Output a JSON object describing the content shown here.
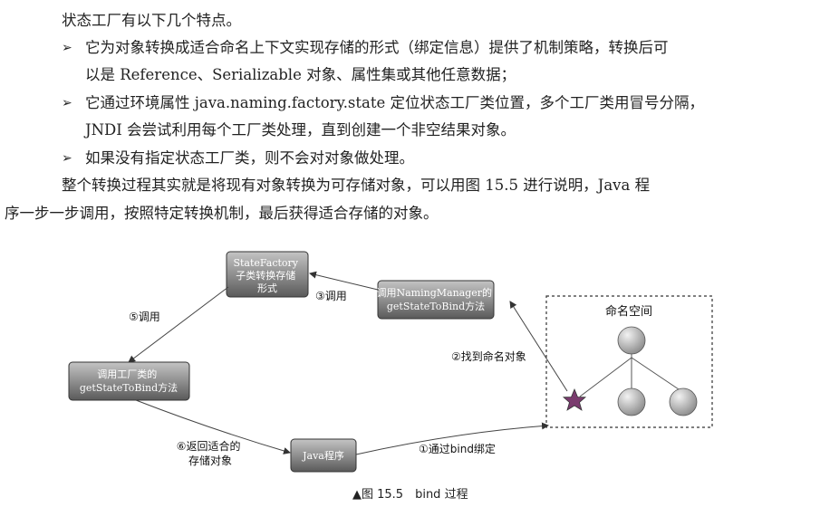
{
  "text": {
    "intro": "状态工厂有以下几个特点。",
    "bullet_marker": "➢",
    "b1_l1": "它为对象转换成适合命名上下文实现存储的形式（绑定信息）提供了机制策略，转换后可",
    "b1_l2": "以是 Reference、Serializable 对象、属性集或其他任意数据；",
    "b2_l1": "它通过环境属性 java.naming.factory.state 定位状态工厂类位置，多个工厂类用冒号分隔，",
    "b2_l2": "JNDI 会尝试利用每个工厂类处理，直到创建一个非空结果对象。",
    "b3": "如果没有指定状态工厂类，则不会对对象做处理。",
    "para_l1": "整个转换过程其实就是将现有对象转换为可存储对象，可以用图 15.5 进行说明，Java 程",
    "para_l2": "序一步一步调用，按照特定转换机制，最后获得适合存储的对象。"
  },
  "diagram": {
    "box_statefactory": [
      "StateFactory",
      "子类转换存储",
      "形式"
    ],
    "box_namingmanager": [
      "调用NamingManager的",
      "getStateToBind方法"
    ],
    "box_factorycall": [
      "调用工厂类的",
      "getStateToBind方法"
    ],
    "box_java": [
      "Java程序"
    ],
    "namespace_title": "命名空间",
    "label_1": "①通过bind绑定",
    "label_2": "②找到命名对象",
    "label_3": "③调用",
    "label_5": "⑤调用",
    "label_6": [
      "⑥返回适合的",
      "存储对象"
    ]
  },
  "caption": "▲图 15.5　bind 过程",
  "colors": {
    "box_fill_top": "#c4c4c4",
    "box_fill_bottom": "#5a5a5a",
    "box_text": "#ffffff",
    "star": "#7a3b6e"
  }
}
